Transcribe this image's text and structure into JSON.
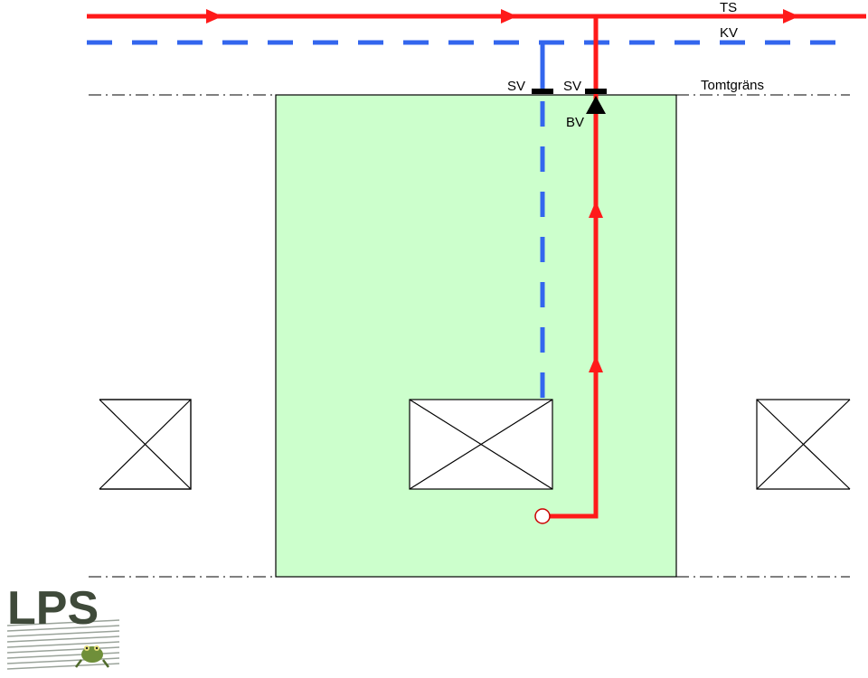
{
  "labels": {
    "ts": "TS",
    "kv": "KV",
    "sv_left": "SV",
    "sv_right": "SV",
    "bv": "BV",
    "tomtgrans": "Tomtgräns"
  },
  "logo": {
    "text": "LPS",
    "color": "#3f4a3a"
  },
  "colors": {
    "ts_line": "#ff1a1a",
    "kv_line": "#3366ee",
    "plot_fill": "#ccffcc",
    "outline": "#000000",
    "background": "#ffffff"
  },
  "icons": {
    "valve": "gate-valve-icon",
    "backflow": "backflow-valve-icon",
    "drain": "floor-drain-icon",
    "house": "building-cross-icon"
  }
}
